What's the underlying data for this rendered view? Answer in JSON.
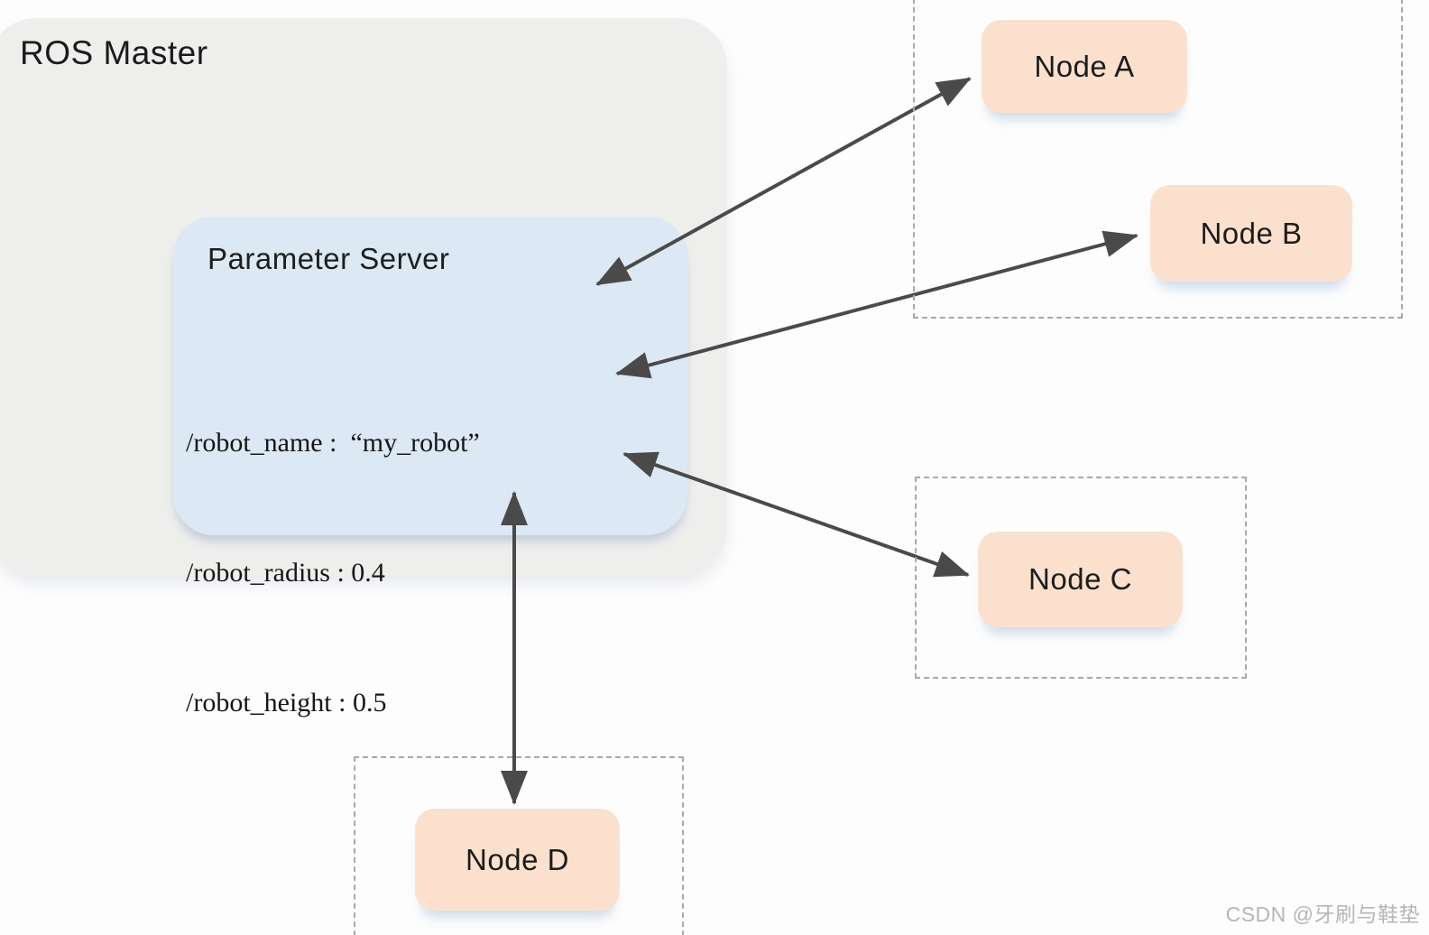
{
  "ros_master": {
    "label": "ROS Master"
  },
  "parameter_server": {
    "title": "Parameter Server",
    "params": [
      "/robot_name :  “my_robot”",
      "/robot_radius : 0.4",
      "/robot_height : 0.5"
    ]
  },
  "nodes": {
    "a": {
      "label": "Node A"
    },
    "b": {
      "label": "Node B"
    },
    "c": {
      "label": "Node C"
    },
    "d": {
      "label": "Node D"
    }
  },
  "connections": [
    {
      "from": "parameter_server",
      "to": "node_a",
      "type": "bidirectional"
    },
    {
      "from": "parameter_server",
      "to": "node_b",
      "type": "bidirectional"
    },
    {
      "from": "parameter_server",
      "to": "node_c",
      "type": "bidirectional"
    },
    {
      "from": "parameter_server",
      "to": "node_d",
      "type": "bidirectional"
    }
  ],
  "watermark": "CSDN @牙刷与鞋垫",
  "colors": {
    "background": "#fdfdfd",
    "master_box": "#eeeeec",
    "parameter_box": "#dce8f4",
    "node_box": "#fbe1cd",
    "arrow": "#4a4a4a",
    "dashed_border": "#a9a9a9",
    "text": "#1b1b1b",
    "watermark": "#b6b6b6"
  }
}
